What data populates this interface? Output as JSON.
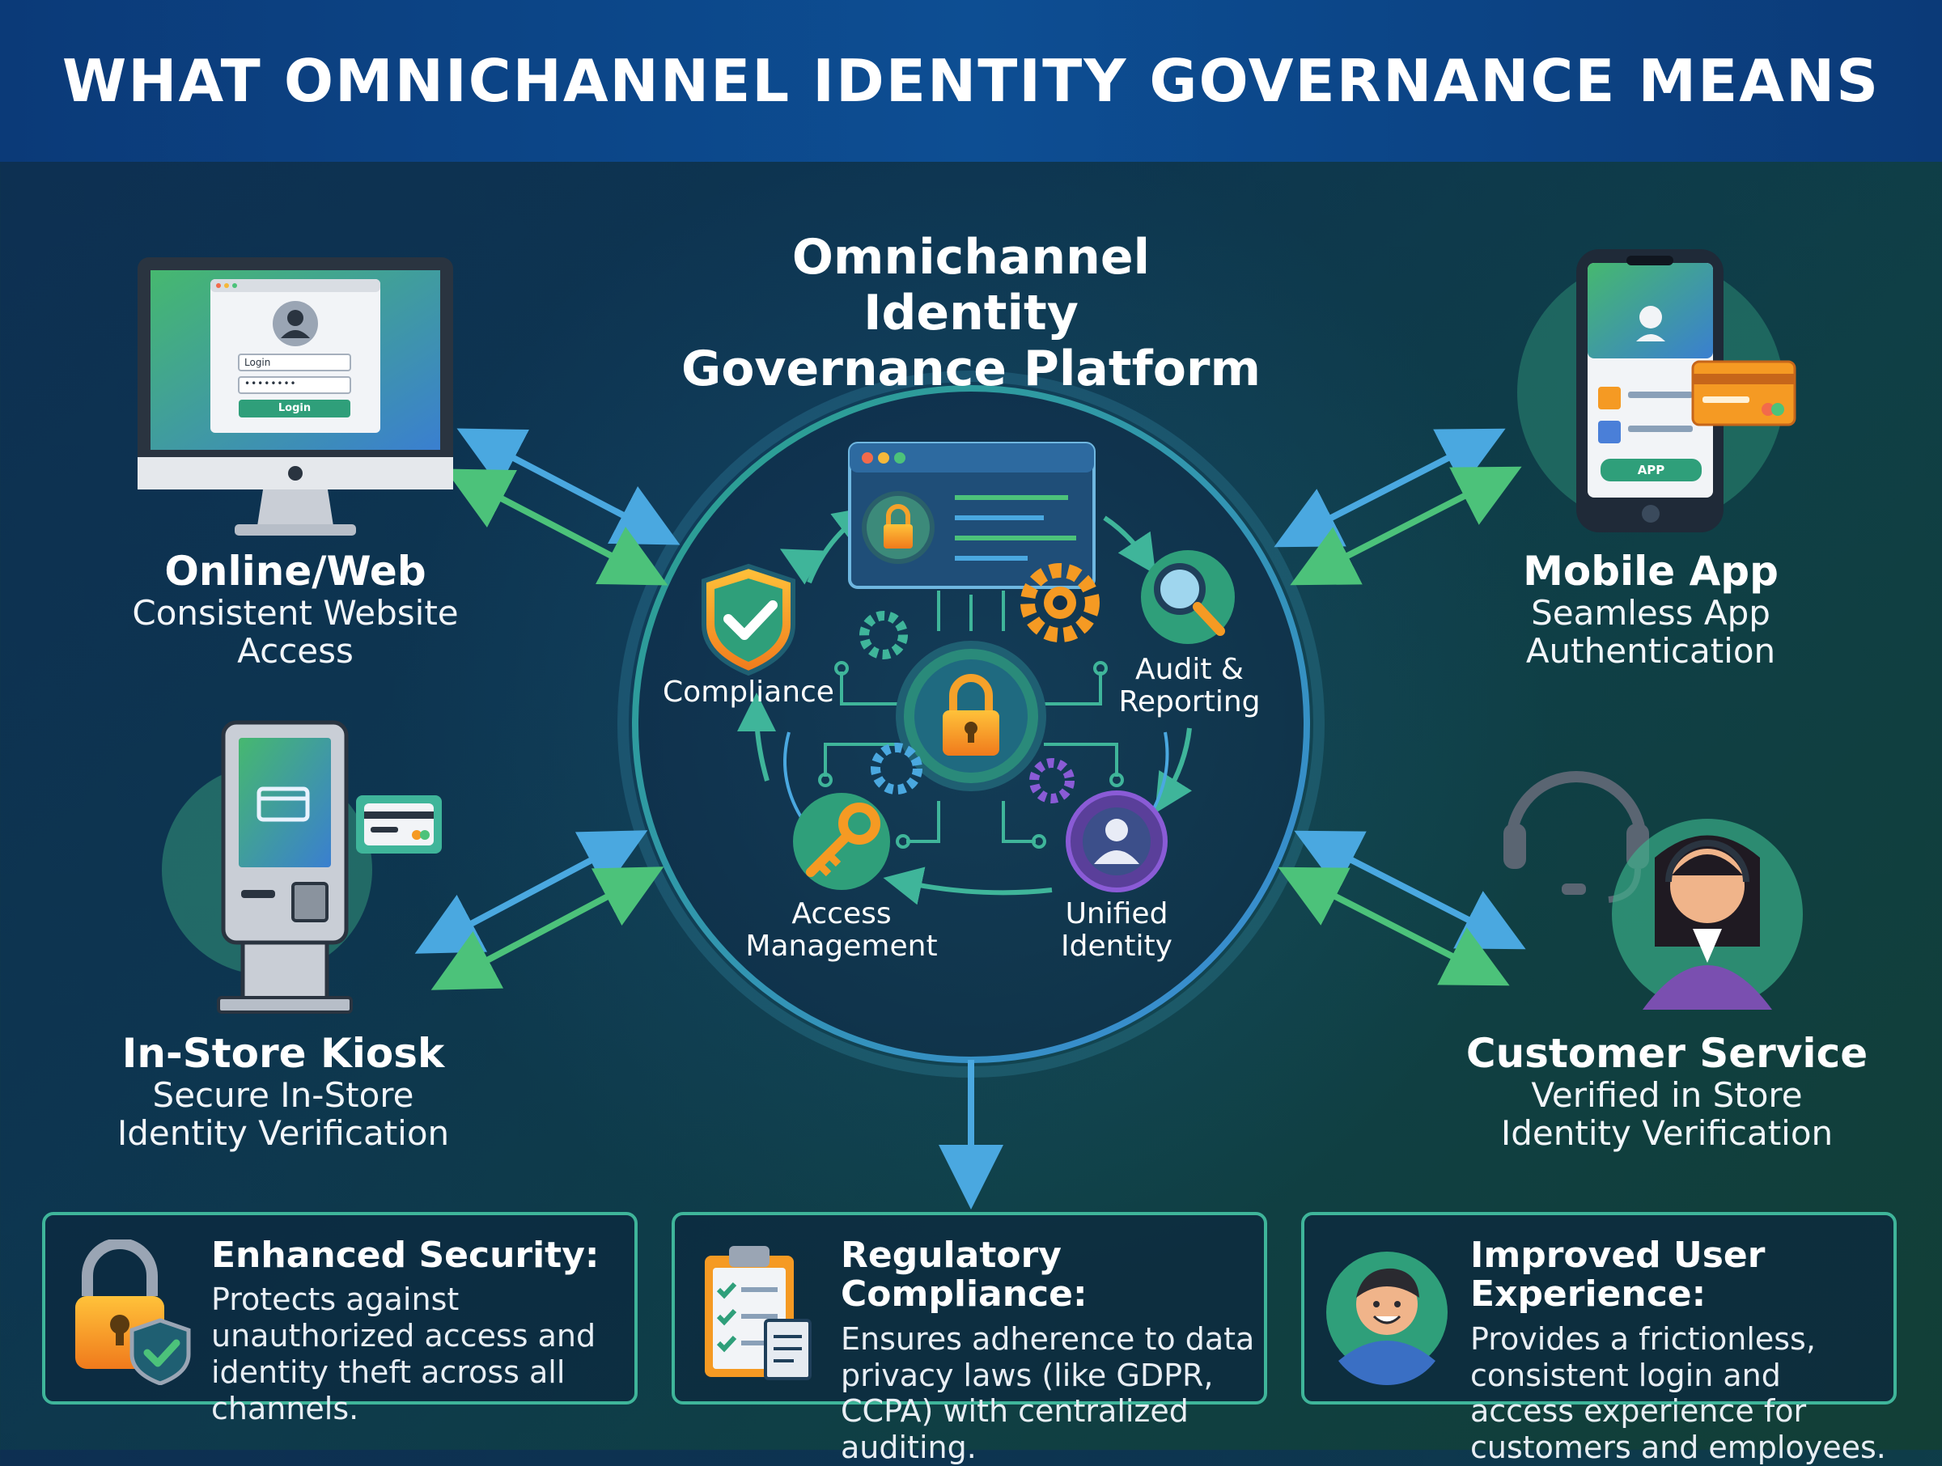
{
  "header": {
    "title": "WHAT OMNICHANNEL IDENTITY GOVERNANCE MEANS"
  },
  "platform": {
    "title_line1": "Omnichannel Identity",
    "title_line2": "Governance Platform",
    "nodes": {
      "compliance": "Compliance",
      "audit_line1": "Audit &",
      "audit_line2": "Reporting",
      "access_line1": "Access",
      "access_line2": "Management",
      "unified_line1": "Unified",
      "unified_line2": "Identity"
    }
  },
  "channels": {
    "web": {
      "title": "Online/Web",
      "line1": "Consistent Website",
      "line2": "Access",
      "login_field": "Login",
      "password_field": "••••••••",
      "login_button": "Login"
    },
    "mobile": {
      "title": "Mobile App",
      "line1": "Seamless App",
      "line2": "Authentication",
      "app_button": "APP"
    },
    "kiosk": {
      "title": "In-Store Kiosk",
      "line1": "Secure In-Store",
      "line2": "Identity Verification"
    },
    "service": {
      "title": "Customer Service",
      "line1": "Verified in Store",
      "line2": "Identity Verification"
    }
  },
  "benefits": [
    {
      "title": "Enhanced Security:",
      "body": "Protects against unauthorized access and identity theft across all channels.",
      "icon": "padlock-shield-icon"
    },
    {
      "title": "Regulatory Compliance:",
      "body": "Ensures adherence to data privacy laws (like GDPR, CCPA) with centralized auditing.",
      "icon": "clipboard-checklist-icon"
    },
    {
      "title": "Improved User Experience:",
      "body": "Provides a frictionless, consistent login and access experience for customers and employees.",
      "icon": "smiling-user-icon"
    }
  ],
  "colors": {
    "banner": "#0d4e93",
    "accent_green": "#4cc27a",
    "accent_blue": "#4aa8e0",
    "lock_orange": "#f59a23",
    "purple": "#8a5bd6"
  }
}
